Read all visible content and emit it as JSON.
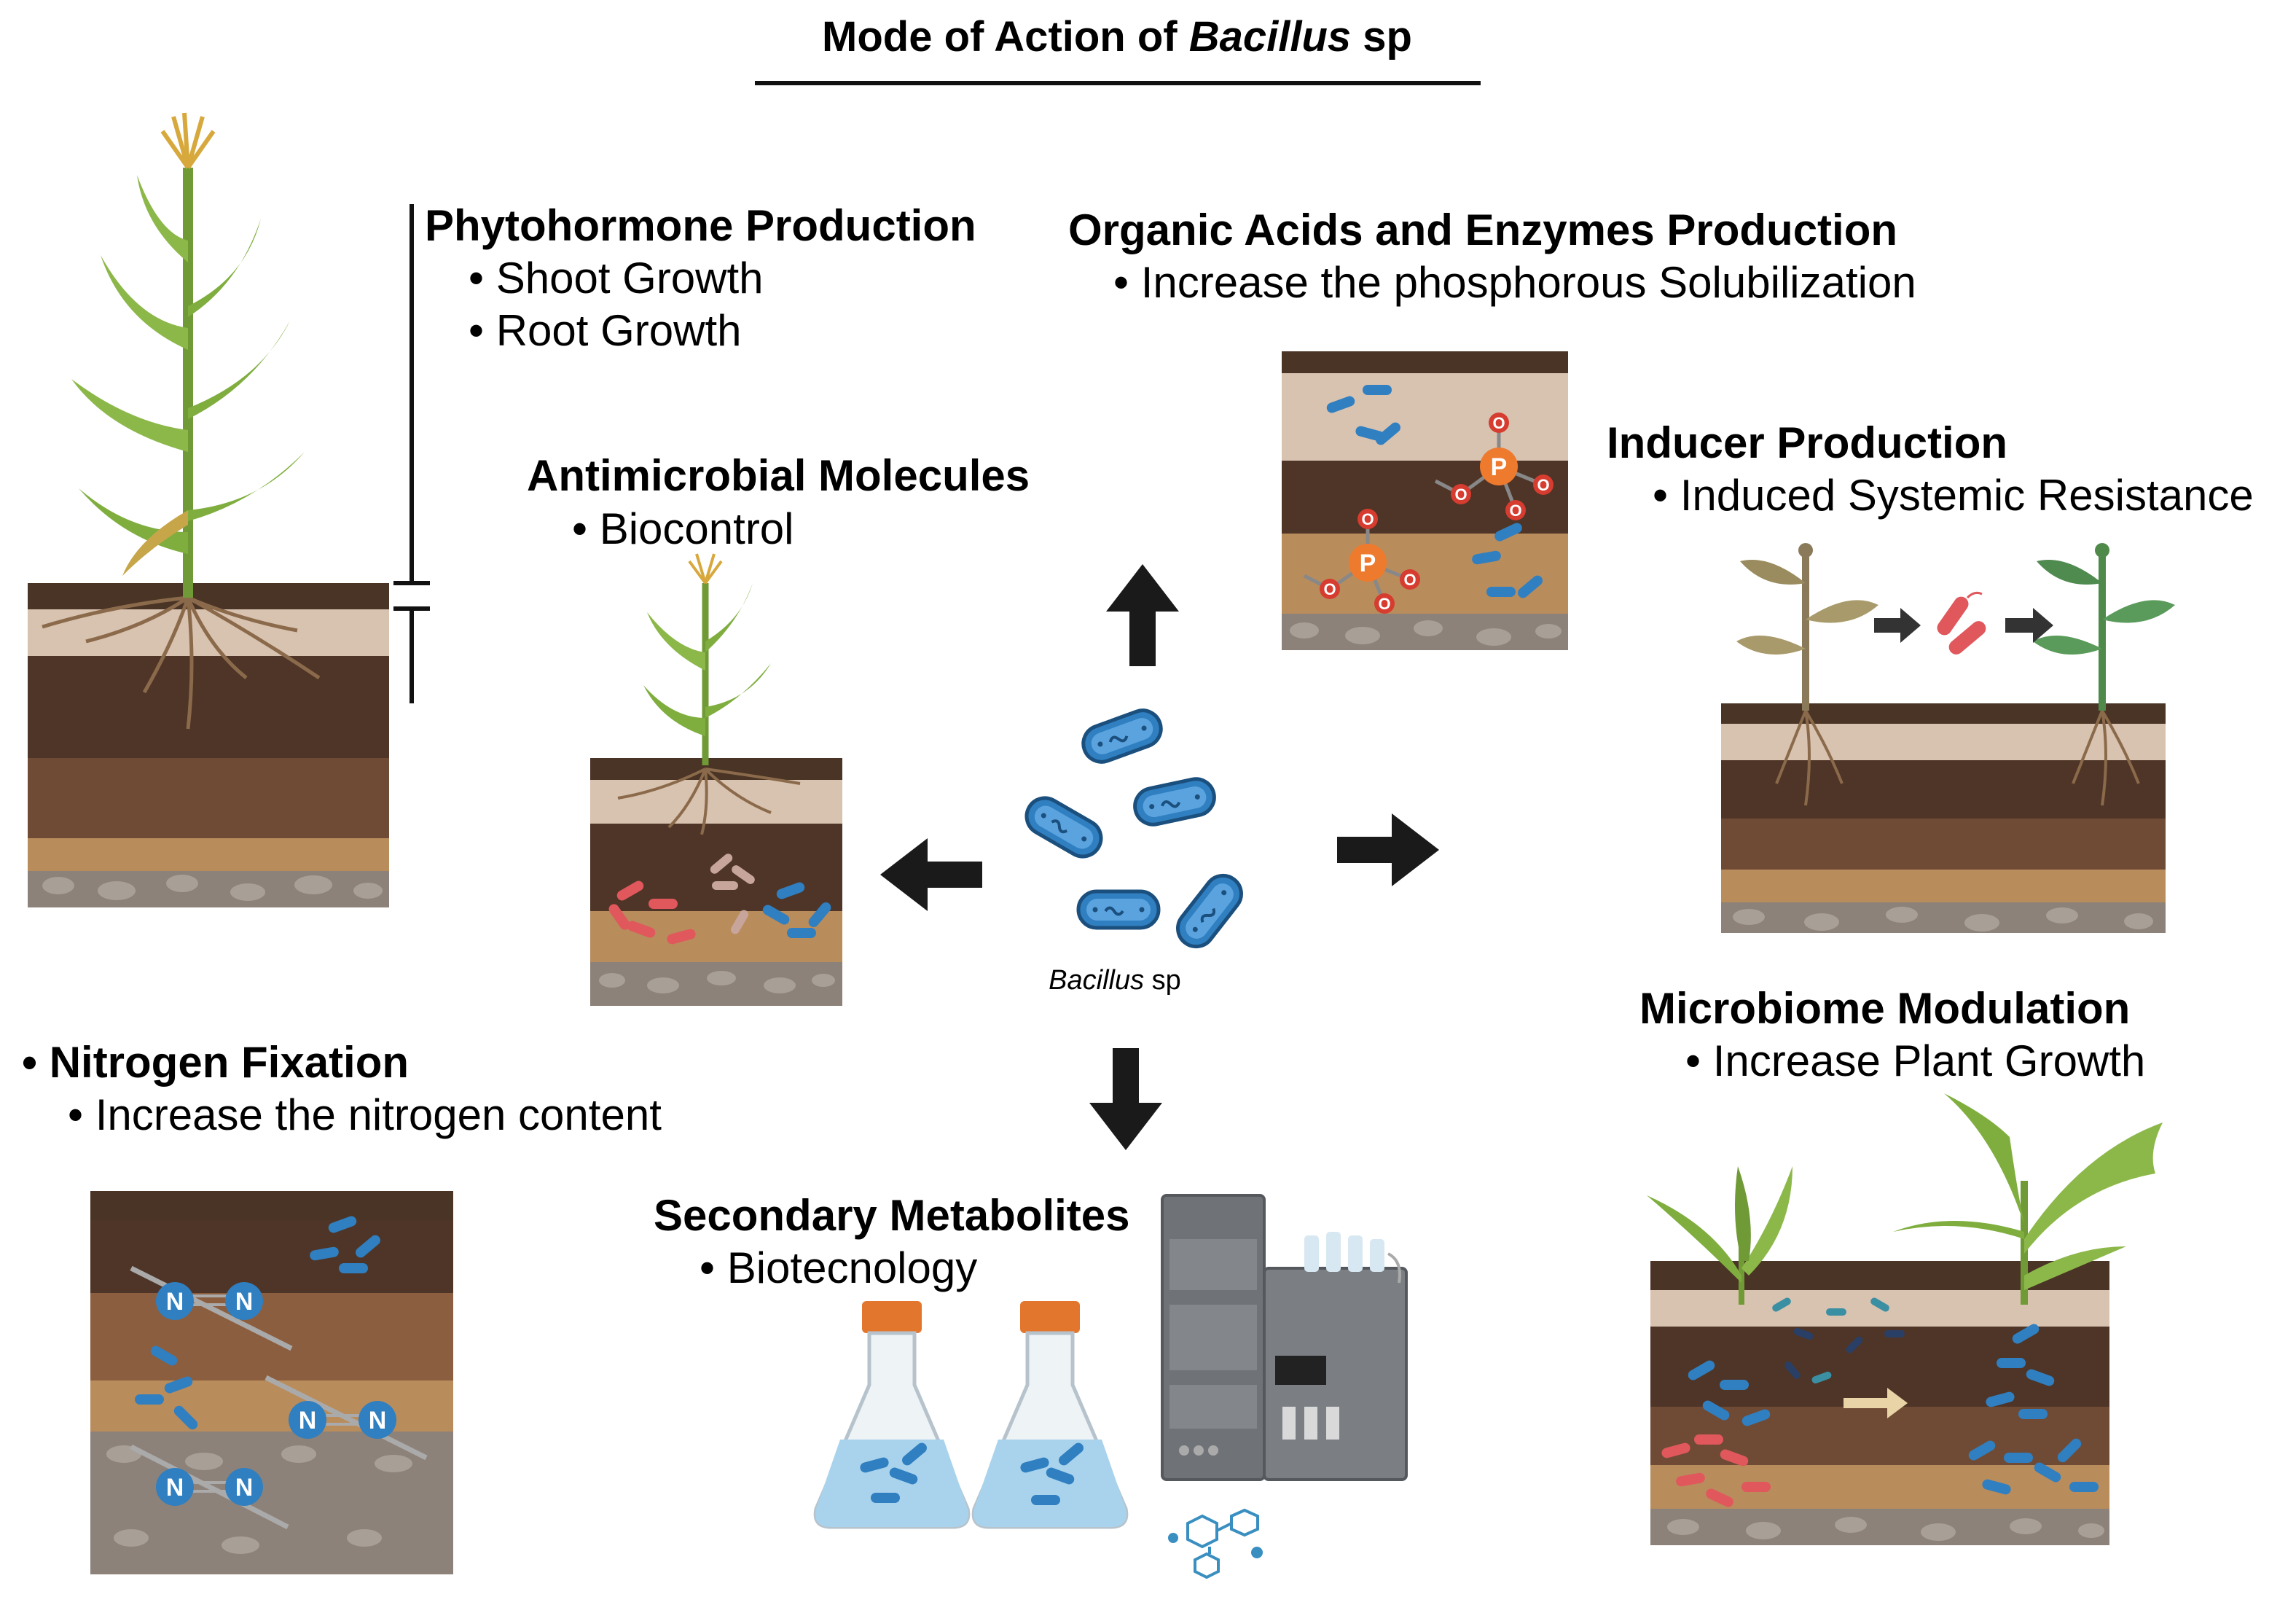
{
  "title": {
    "prefix": "Mode of Action of ",
    "italic": "Bacillus",
    "suffix": " sp"
  },
  "center_label": {
    "italic": "Bacillus",
    "suffix": " sp"
  },
  "sections": {
    "phytohormone": {
      "heading": "Phytohormone Production",
      "items": [
        "Shoot Growth",
        "Root Growth"
      ]
    },
    "organic_acids": {
      "heading": "Organic Acids and Enzymes Production",
      "items": [
        "Increase the phosphorous Solubilization"
      ]
    },
    "antimicrobial": {
      "heading": "Antimicrobial Molecules",
      "items": [
        "Biocontrol"
      ]
    },
    "inducer": {
      "heading": "Inducer Production",
      "items": [
        "Induced Systemic Resistance"
      ]
    },
    "nitrogen": {
      "heading": "Nitrogen Fixation",
      "items": [
        "Increase the nitrogen content"
      ]
    },
    "microbiome": {
      "heading": "Microbiome Modulation",
      "items": [
        "Increase Plant Growth"
      ]
    },
    "secondary": {
      "heading": "Secondary Metabolites",
      "items": [
        "Biotecnology"
      ]
    }
  },
  "atoms": {
    "phosphorus": "P",
    "oxygen": "O",
    "nitrogen": "N"
  },
  "bullet": "•",
  "colors": {
    "bacillus_blue": "#2f7fc1",
    "pathogen_red": "#e0575c",
    "soil_dark": "#4a3426",
    "soil_mid": "#6f4b36",
    "soil_sand": "#b98c5c",
    "soil_light": "#d8c2b0",
    "leaf_green": "#7fae3f",
    "phosphate_orange": "#ee7a2e",
    "oxygen_red": "#d63c2f",
    "arrow": "#1a1a1a"
  }
}
